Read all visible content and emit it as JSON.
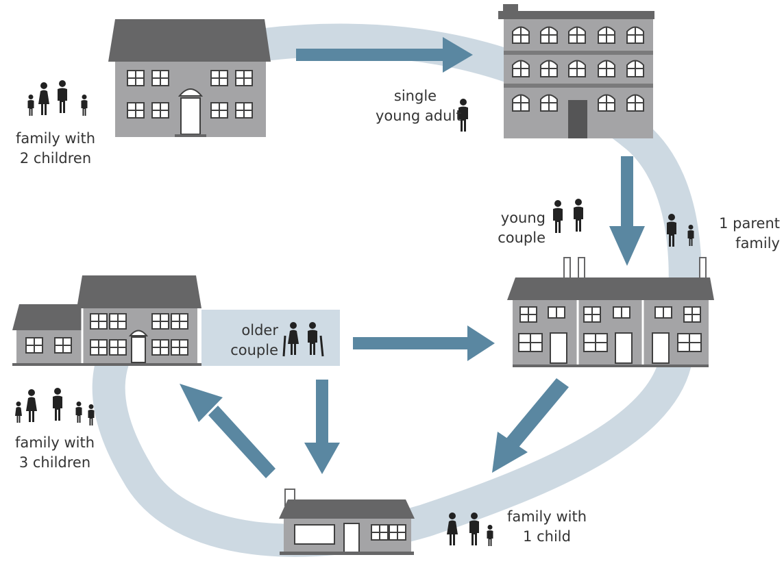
{
  "labels": {
    "family_two_children": {
      "line1": "family with",
      "line2": "2 children"
    },
    "single_young_adult": {
      "line1": "single",
      "line2": "young adult"
    },
    "young_couple": {
      "line1": "young",
      "line2": "couple"
    },
    "one_parent_family": {
      "line1": "1 parent",
      "line2": "family"
    },
    "older_couple": {
      "line1": "older",
      "line2": "couple"
    },
    "family_three_children": {
      "line1": "family with",
      "line2": "3 children"
    },
    "family_one_child": {
      "line1": "family with",
      "line2": "1 child"
    }
  },
  "colors": {
    "ring": "#cdd9e2",
    "arrow": "#5a87a1",
    "house_wall": "#a4a4a6",
    "roof": "#666667",
    "people": "#222222",
    "highlight_box": "#cfdbe4"
  }
}
